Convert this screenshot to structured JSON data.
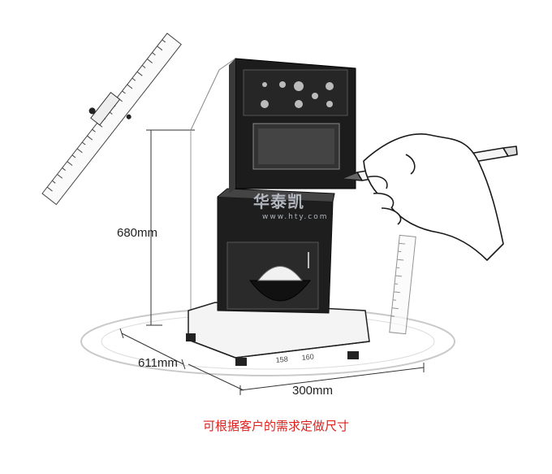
{
  "dimensions": {
    "height_label": "680mm",
    "depth_label": "611mm",
    "width_label": "300mm"
  },
  "caption": "可根据客户的需求定做尺寸",
  "colors": {
    "caption": "#e0201c",
    "ink": "#1e1e1e",
    "watermark": "#c8cdd7"
  },
  "watermark": {
    "logo_text": "华泰凯",
    "url": "www.hty.com"
  }
}
